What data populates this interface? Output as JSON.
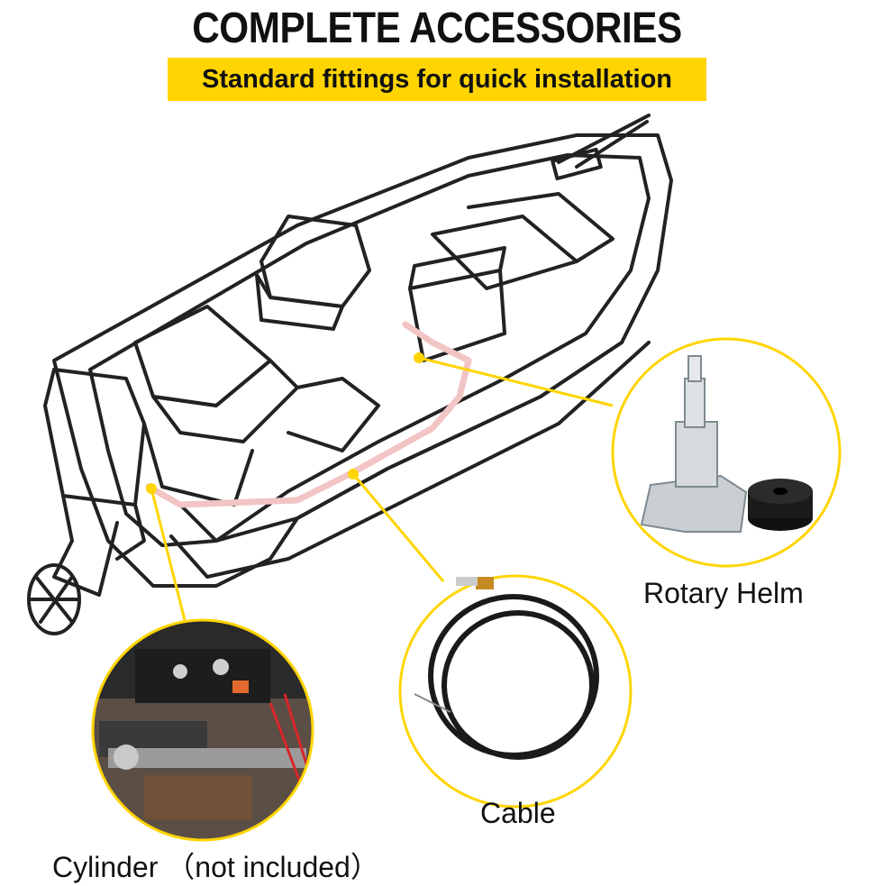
{
  "header": {
    "title": "COMPLETE ACCESSORIES",
    "subtitle": "Standard fittings for quick installation"
  },
  "callouts": {
    "rotary_helm": "Rotary Helm",
    "cable": "Cable",
    "cylinder": "Cylinder （not included）"
  },
  "colors": {
    "accent_yellow": "#ffd400",
    "cable_route": "#f2c4c4",
    "line_art": "#222222"
  }
}
